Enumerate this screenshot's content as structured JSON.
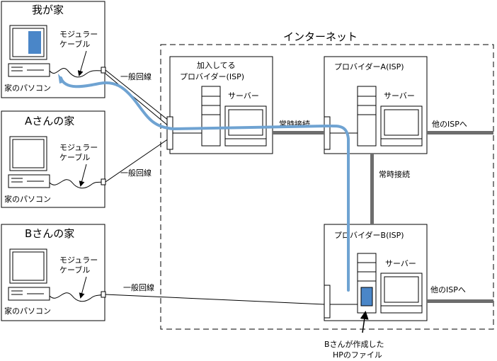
{
  "internet_label": "インターネット",
  "houses": [
    {
      "title": "我が家",
      "cable_label": "モジュラー\nケーブル",
      "pc_label": "家のパソコン",
      "line_label": "一般回線"
    },
    {
      "title": "Aさんの家",
      "cable_label": "モジュラー\nケーブル",
      "pc_label": "家のパソコン",
      "line_label": "一般回線"
    },
    {
      "title": "Bさんの家",
      "cable_label": "モジュラー\nケーブル",
      "pc_label": "家のパソコン",
      "line_label": "一般回線"
    }
  ],
  "providers": [
    {
      "title": "加入してる\nプロバイダー(ISP)",
      "server_label": "サーバー"
    },
    {
      "title": "プロバイダーA(ISP)",
      "server_label": "サーバー",
      "outlet_label": "他のISPへ"
    },
    {
      "title": "プロバイダーB(ISP)",
      "server_label": "サーバー",
      "outlet_label": "他のISPへ"
    }
  ],
  "links": {
    "leased_h": "常時接続",
    "leased_v": "常時接続"
  },
  "file_note": "Bさんが作成した\nHPのファイル",
  "colors": {
    "path": "#6fa3d2",
    "file": "#4a86c8",
    "trunk": "#6d6d6d"
  }
}
